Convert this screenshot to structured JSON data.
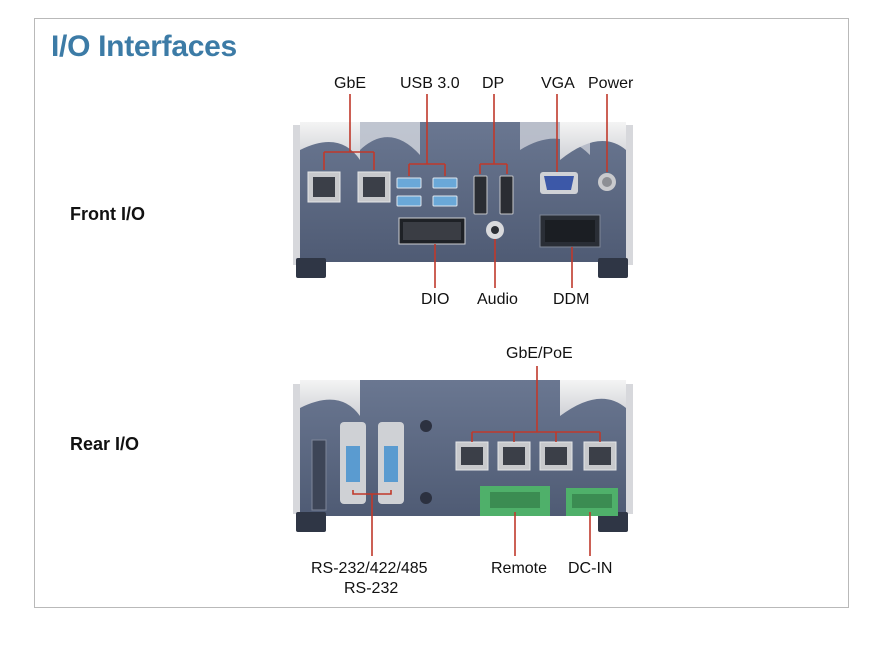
{
  "page": {
    "title": "I/O Interfaces"
  },
  "front": {
    "section_label": "Front I/O",
    "labels": {
      "gbe": "GbE",
      "usb": "USB 3.0",
      "dp": "DP",
      "vga": "VGA",
      "power": "Power",
      "dio": "DIO",
      "audio": "Audio",
      "ddm": "DDM"
    }
  },
  "rear": {
    "section_label": "Rear I/O",
    "labels": {
      "gbe_poe": "GbE/PoE",
      "rs_line1": "RS-232/422/485",
      "rs_line2": "RS-232",
      "remote": "Remote",
      "dcin": "DC-IN"
    }
  },
  "colors": {
    "title": "#3c7ba6",
    "callout": "#c0392b",
    "chassis": "#5a6680",
    "chassis_light": "#e6e7ea"
  }
}
